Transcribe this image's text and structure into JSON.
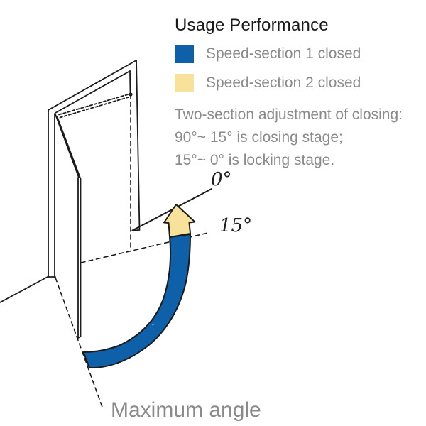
{
  "title": "Usage Performance",
  "legend": {
    "items": [
      {
        "label": "Speed-section 1 closed",
        "color": "#0E61A8"
      },
      {
        "label": "Speed-section 2 closed",
        "color": "#F8E29B"
      }
    ]
  },
  "description": {
    "line1": "Two-section adjustment of closing:",
    "line2": "90°~ 15° is closing stage;",
    "line3": "15°~ 0° is locking stage."
  },
  "diagram": {
    "labels": {
      "zero_degree": "0°",
      "fifteen_degree": "15°",
      "maximum_angle": "Maximum angle"
    },
    "colors": {
      "closing_stage": "#0E61A8",
      "locking_stage": "#F8E29B",
      "line": "#1b1b1b"
    }
  }
}
